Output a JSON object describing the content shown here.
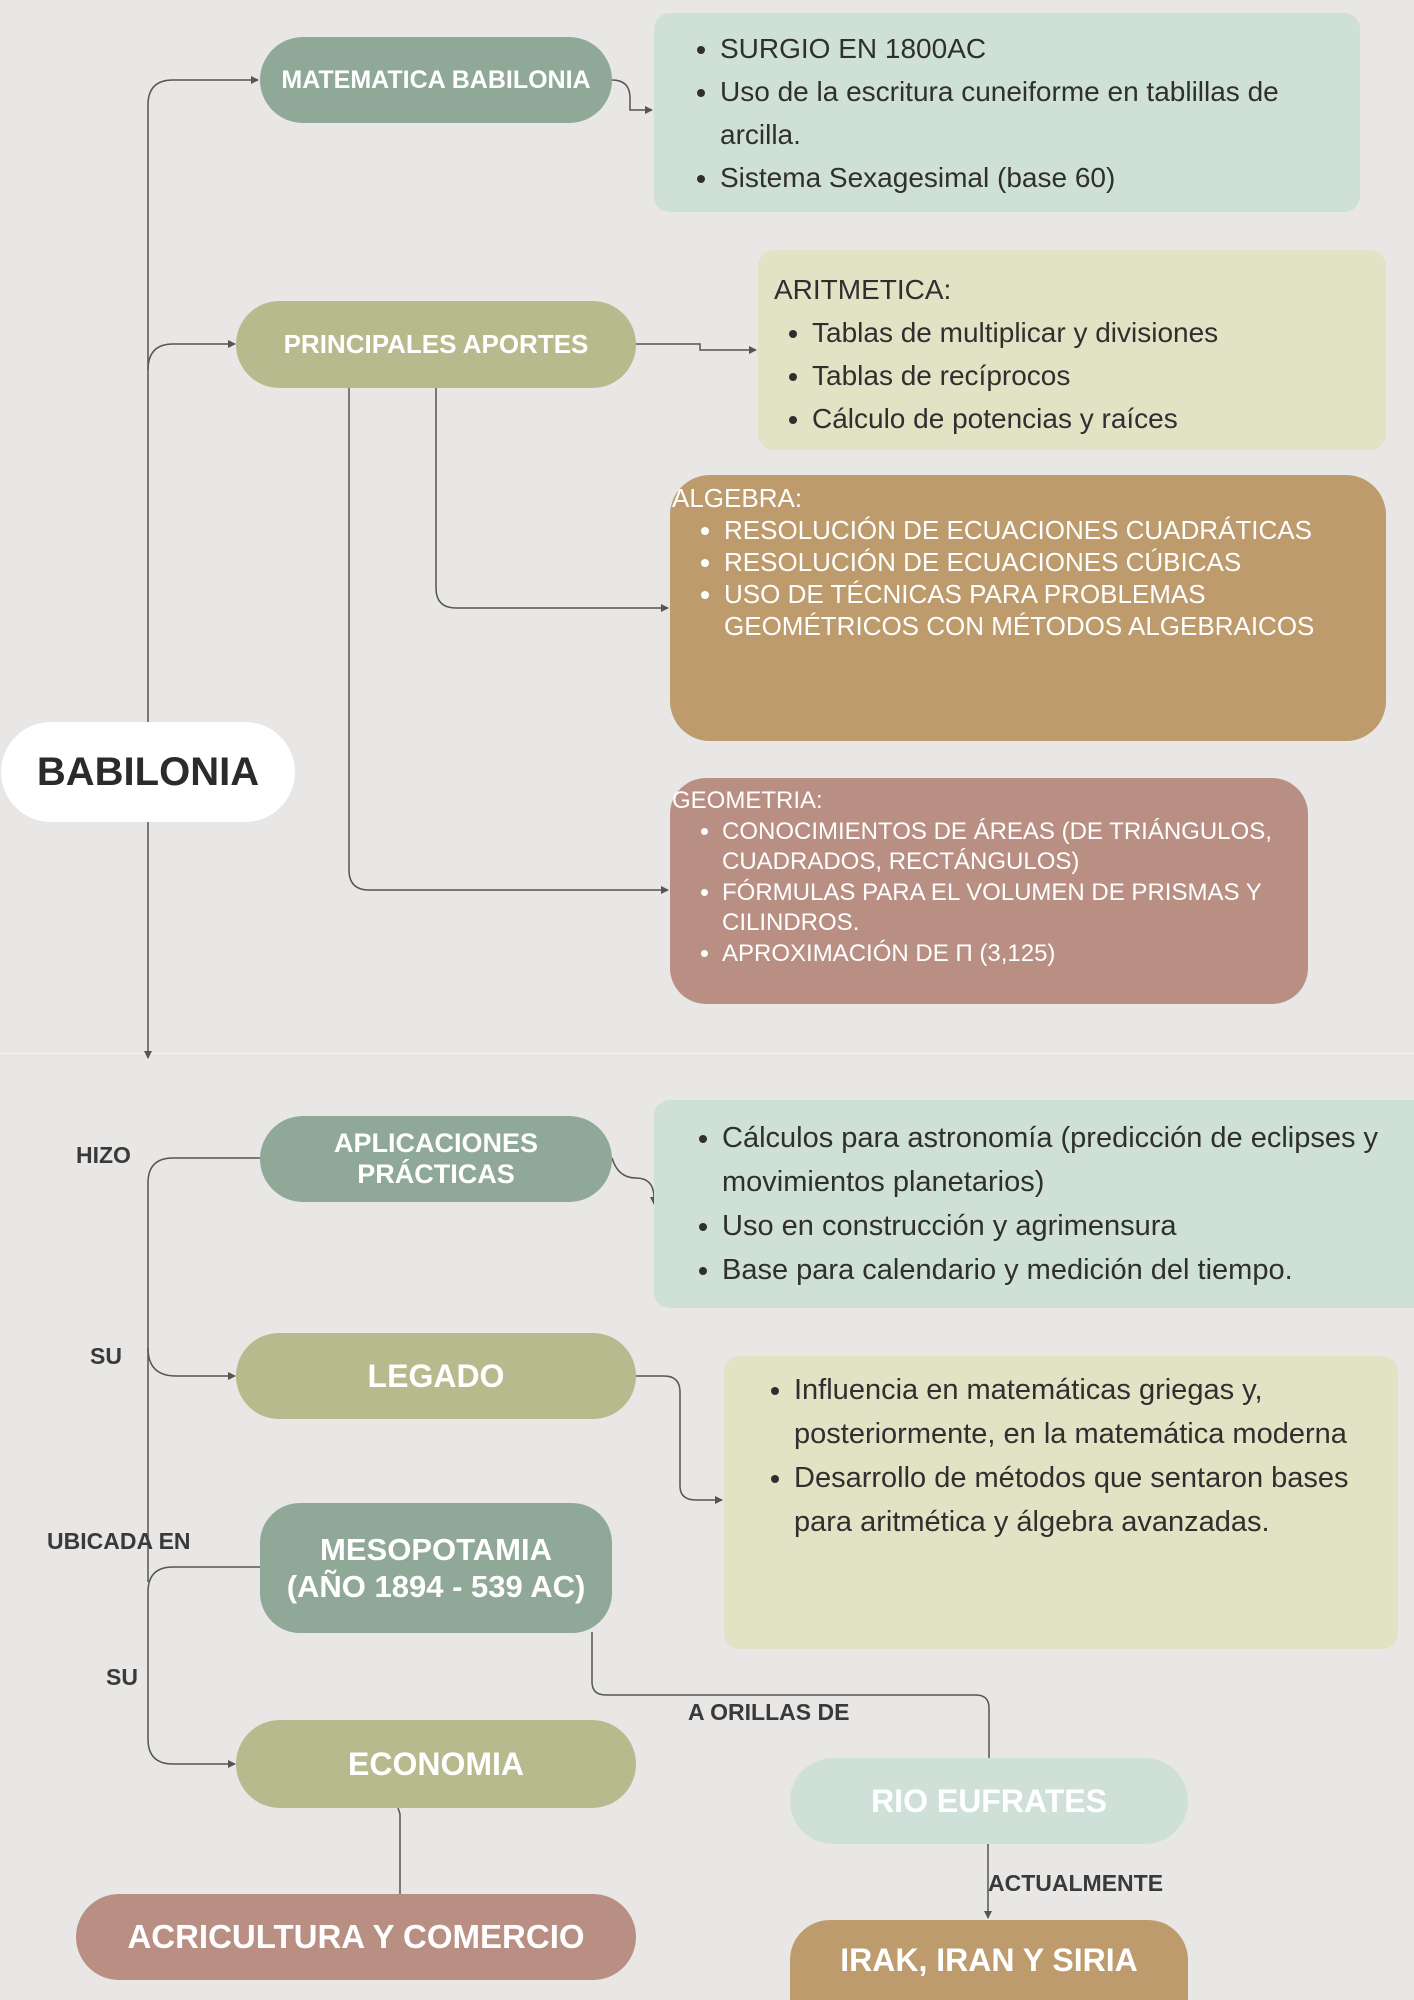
{
  "diagram": {
    "root": {
      "label": "BABILONIA"
    },
    "nodes": {
      "matematica": "MATEMATICA BABILONIA",
      "aportes": "PRINCIPALES APORTES",
      "aplicaciones_line1": "APLICACIONES",
      "aplicaciones_line2": "PRÁCTICAS",
      "legado": "LEGADO",
      "mesopotamia_line1": "MESOPOTAMIA",
      "mesopotamia_line2": "(AÑO 1894 - 539 AC)",
      "economia": "ECONOMIA",
      "agricultura": "ACRICULTURA Y COMERCIO",
      "rio": "RIO EUFRATES",
      "paises": "IRAK, IRAN  Y SIRIA"
    },
    "edge_labels": {
      "hizo": "HIZO",
      "su_1": "SU",
      "ubicada": "UBICADA EN",
      "su_2": "SU",
      "orillas": "A ORILLAS DE",
      "actualmente": "ACTUALMENTE"
    },
    "boxes": {
      "matematica": {
        "items": [
          "SURGIO  EN 1800AC",
          "Uso de la escritura cuneiforme en tablillas de arcilla.",
          "Sistema Sexagesimal (base 60)"
        ]
      },
      "aritmetica": {
        "heading": "ARITMETICA:",
        "items": [
          "Tablas de multiplicar y divisiones",
          "Tablas de recíprocos",
          "Cálculo de potencias y raíces"
        ]
      },
      "algebra": {
        "heading": "ALGEBRA:",
        "items": [
          "RESOLUCIÓN DE ECUACIONES CUADRÁTICAS",
          "RESOLUCIÓN DE ECUACIONES CÚBICAS",
          "USO DE TÉCNICAS PARA PROBLEMAS GEOMÉTRICOS CON MÉTODOS ALGEBRAICOS"
        ]
      },
      "geometria": {
        "heading": "GEOMETRIA:",
        "items": [
          "CONOCIMIENTOS DE ÁREAS (DE TRIÁNGULOS, CUADRADOS, RECTÁNGULOS)",
          "FÓRMULAS PARA EL VOLUMEN DE PRISMAS Y CILINDROS.",
          "APROXIMACIÓN DE Π (3,125)"
        ]
      },
      "aplicaciones": {
        "items": [
          "Cálculos para astronomía (predicción de eclipses y movimientos planetarios)",
          "Uso en construcción y agrimensura",
          "Base para calendario y medición del tiempo."
        ]
      },
      "legado": {
        "items": [
          "Influencia en matemáticas griegas y, posteriormente, en la matemática moderna",
          "Desarrollo de métodos que sentaron bases para aritmética y álgebra avanzadas."
        ]
      }
    }
  }
}
